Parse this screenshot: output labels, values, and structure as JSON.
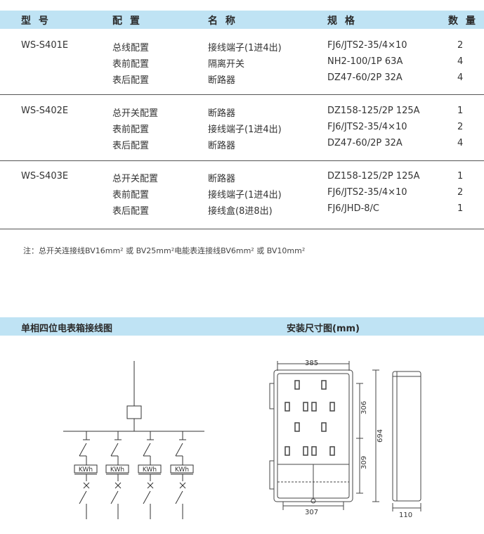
{
  "table": {
    "headers": [
      "型 号",
      "配 置",
      "名 称",
      "规 格",
      "数 量"
    ],
    "groups": [
      {
        "model": "WS-S401E",
        "rows": [
          {
            "config": "总线配置",
            "name": "接线端子(1进4出)",
            "spec": "FJ6/JTS2-35/4×10",
            "qty": "2"
          },
          {
            "config": "表前配置",
            "name": "隔离开关",
            "spec": "NH2-100/1P 63A",
            "qty": "4"
          },
          {
            "config": "表后配置",
            "name": "断路器",
            "spec": "DZ47-60/2P 32A",
            "qty": "4"
          }
        ]
      },
      {
        "model": "WS-S402E",
        "rows": [
          {
            "config": "总开关配置",
            "name": "断路器",
            "spec": "DZ158-125/2P 125A",
            "qty": "1"
          },
          {
            "config": "表前配置",
            "name": "接线端子(1进4出)",
            "spec": "FJ6/JTS2-35/4×10",
            "qty": "2"
          },
          {
            "config": "表后配置",
            "name": "断路器",
            "spec": "DZ47-60/2P 32A",
            "qty": "4"
          }
        ]
      },
      {
        "model": "WS-S403E",
        "rows": [
          {
            "config": "总开关配置",
            "name": "断路器",
            "spec": "DZ158-125/2P 125A",
            "qty": "1"
          },
          {
            "config": "表前配置",
            "name": "接线端子(1进4出)",
            "spec": "FJ6/JTS2-35/4×10",
            "qty": "2"
          },
          {
            "config": "表后配置",
            "name": "接线盒(8进8出)",
            "spec": "FJ6/JHD-8/C",
            "qty": "1"
          }
        ]
      }
    ]
  },
  "note": "注：总开关连接线BV16mm² 或 BV25mm²电能表连接线BV6mm² 或 BV10mm²",
  "sections": {
    "wiring_title": "单相四位电表箱接线图",
    "dimension_title": "安装尺寸图(mm)"
  },
  "wiring": {
    "meter_label": "KWh"
  },
  "dimensions": {
    "width_top": "385",
    "width_bottom": "307",
    "height_upper": "306",
    "height_lower": "309",
    "height_total": "694",
    "depth": "110"
  },
  "colors": {
    "header_bg": "#bfe3f4",
    "separator": "#555555"
  }
}
